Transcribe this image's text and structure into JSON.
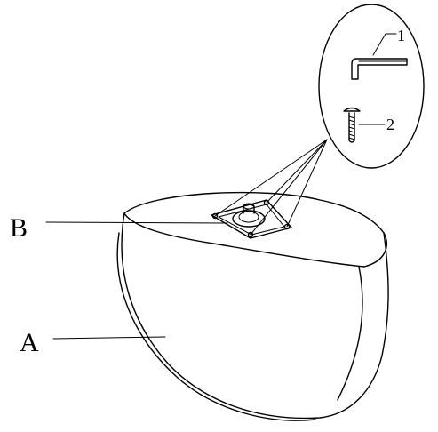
{
  "diagram": {
    "labels": {
      "part_a": "A",
      "part_b": "B",
      "callout_1": "1",
      "callout_2": "2"
    },
    "callout_parts": [
      {
        "id": "1",
        "icon": "allen-key-icon"
      },
      {
        "id": "2",
        "icon": "screw-icon"
      }
    ]
  }
}
